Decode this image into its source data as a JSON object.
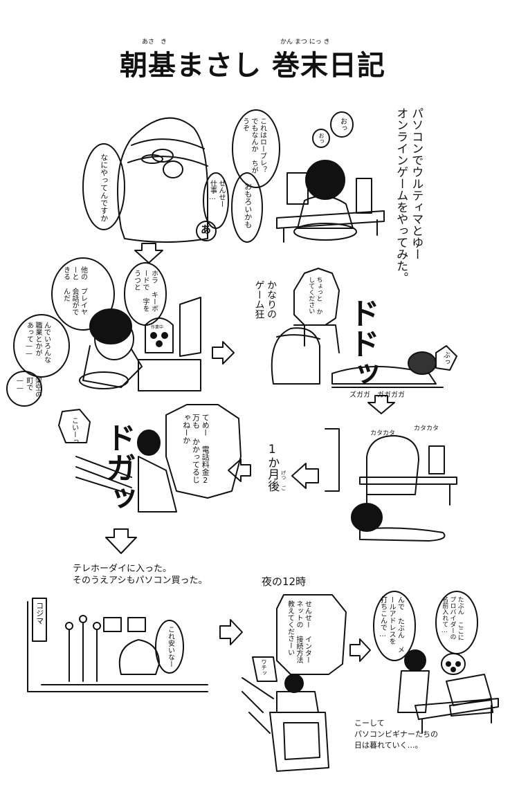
{
  "title": {
    "text": "朝基まさし 巻末日記",
    "ruby_asaki": "あさ　き",
    "ruby_kanmatsu_nikki": "かん まつ にっ き"
  },
  "narration": {
    "intro_line1": "パソコンでウルティマとゆー",
    "intro_line2": "オンラインゲームをやってみた。",
    "game_fan": "かなりの ゲーム狂",
    "one_month_later": "1か月後",
    "ruby_getsugo": "げつ ご",
    "telehoudai_line1": "テレホーダイに入った。",
    "telehoudai_line2": "そのうえアシもパソコン買った。",
    "midnight": "夜の12時",
    "ending_line1": "こーして",
    "ending_line2": "パソコンビギナーたちの",
    "ending_line3": "日は暮れていく…。"
  },
  "bubbles": {
    "what_doing": "なにやってんですか",
    "rpg": "これはロープレ？ でもなんか ちがうぞ",
    "oh1": "おっ",
    "oh2": "おっ",
    "sensei_work": "せんせー 仕事…",
    "interesting": "おもろいかも",
    "a": "あ",
    "other_players": "他の プレイヤーと 会話ができる んだ",
    "keyboard": "ホラ キーボードで 字をうつと",
    "jobs": "んでいろんな 職業とかが あって——",
    "town": "架空の 町で——",
    "lend_me": "ちょっと かしてください",
    "buh": "ぶっ",
    "zugaga": "ズガガ　ガガガガ",
    "dosh": "ドドッ",
    "kata": "カタカタ",
    "phone_bill": "てめー 電話料金2万も かかってるじゃねーか",
    "koi": "こいーっ",
    "doga": "ドガッ",
    "cheap": "これ安いなー",
    "store_sign": "コジマ",
    "internet": "せんせー インターネットの 接続方法 教えてくださーい",
    "wachi": "ワチッ",
    "email": "んで たぶん メールアドレスを 打ちこんで…",
    "provider": "たぶん ここに プロバイダーの 名前入れて…",
    "working": "作業中"
  }
}
